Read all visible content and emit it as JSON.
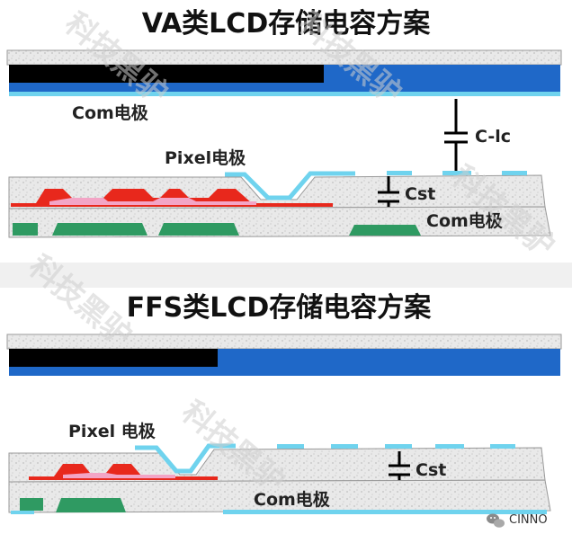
{
  "top_panel": {
    "title": "VA类LCD存储电容方案",
    "com_label": "Com电极",
    "clc_label": "C-lc",
    "pixel_label": "Pixel电极",
    "cst_label": "Cst",
    "com_label_lower": "Com电极"
  },
  "bottom_panel": {
    "title": "FFS类LCD存储电容方案",
    "pixel_label": "Pixel 电极",
    "cst_label": "Cst",
    "com_label": "Com电极"
  },
  "watermark": "科技黑驴",
  "logo": {
    "text": "CINNO",
    "icon": "wechat-icon"
  },
  "colors": {
    "glass": "#e6e6e6",
    "black_matrix": "#000000",
    "color_filter": "#1f68c8",
    "ito": "#6fd3ee",
    "gate": "#e8281c",
    "pink_layer": "#f3a5c6",
    "green_metal": "#2f9a62"
  }
}
